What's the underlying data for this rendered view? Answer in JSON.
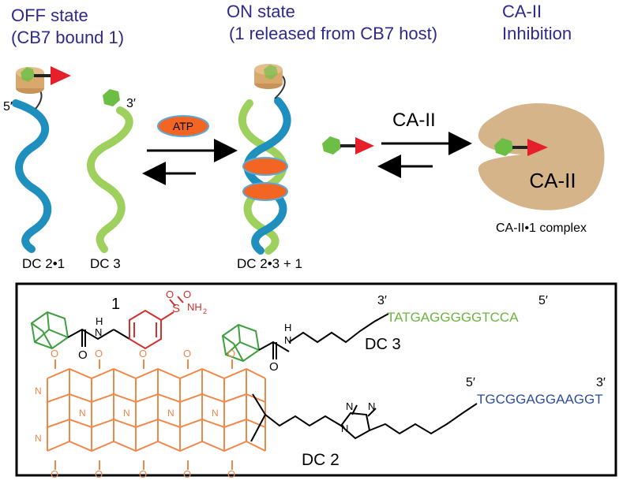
{
  "labels": {
    "off_state_line1": "OFF state",
    "off_state_line2": "(CB7 bound 1)",
    "on_state_line1": "ON state",
    "on_state_line2": "(1 released from CB7 host)",
    "inhibition_line1": "CA-II",
    "inhibition_line2": "Inhibition",
    "five_prime": "5′",
    "three_prime": "3′",
    "atp": "ATP",
    "ca2_arrow": "CA-II",
    "ca2_protein": "CA-II",
    "complex": "CA-II•1 complex",
    "dc21": "DC 2•1",
    "dc3": "DC 3",
    "dc23": "DC 2•3 + 1"
  },
  "structures": {
    "compound_label": "1",
    "h_label": "H",
    "n_label": "N",
    "o_label": "O",
    "sulfur": "S",
    "nh2": "NH",
    "nh2_sub": "2",
    "dc3_prime3": "3′",
    "dc3_prime5": "5′",
    "dc3_sequence": "TATGAGGGGGTCCA",
    "dc3_label": "DC 3",
    "dc2_prime5": "5′",
    "dc2_prime3": "3′",
    "dc2_sequence": "TGCGGAGGAAGGT",
    "dc2_label": "DC 2"
  },
  "colors": {
    "title_text": "#2E2A8C",
    "blue_strand": "#1F8FBE",
    "green_strand": "#9DD05C",
    "cb7_host": "#D9A86C",
    "guest_hex": "#6DBE45",
    "guest_tri": "#E5202A",
    "atp_fill": "#F26522",
    "protein": "#D6B48A",
    "adamantane": "#3F9F3F",
    "sulfonamide": "#D0312D",
    "dc3_seq": "#6CB33F",
    "dc2_seq": "#2E4D9E",
    "cb7_structure": "#F0884A"
  }
}
